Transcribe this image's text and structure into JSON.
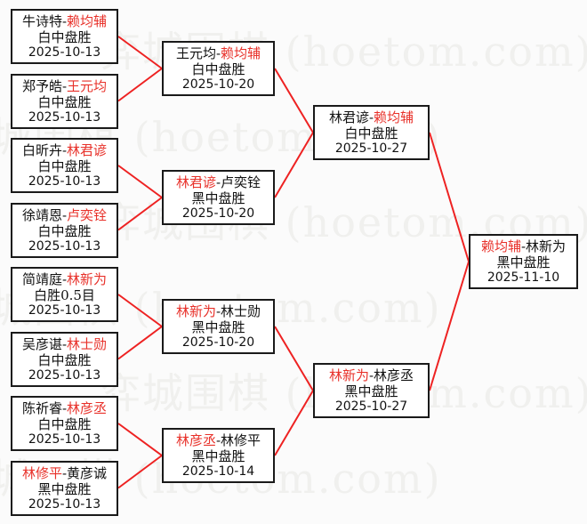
{
  "meta": {
    "watermark_text": "弈城围棋 (hoetom.com)",
    "winner_color": "#e8312a",
    "loser_color": "#111111",
    "connector_color": "#ee2222",
    "box_border_color": "#1a1a1a",
    "background_color": "#fbfbfb"
  },
  "rounds": [
    {
      "name": "round-1",
      "matches": [
        {
          "id": "r1m1",
          "left": "牛诗特",
          "right": "赖均辅",
          "winner": "right",
          "result": "白中盘胜",
          "date": "2025-10-13"
        },
        {
          "id": "r1m2",
          "left": "郑予皓",
          "right": "王元均",
          "winner": "right",
          "result": "白中盘胜",
          "date": "2025-10-13"
        },
        {
          "id": "r1m3",
          "left": "白昕卉",
          "right": "林君谚",
          "winner": "right",
          "result": "白中盘胜",
          "date": "2025-10-13"
        },
        {
          "id": "r1m4",
          "left": "徐靖恩",
          "right": "卢奕铨",
          "winner": "right",
          "result": "白中盘胜",
          "date": "2025-10-13"
        },
        {
          "id": "r1m5",
          "left": "简靖庭",
          "right": "林新为",
          "winner": "right",
          "result": "白胜0.5目",
          "date": "2025-10-13"
        },
        {
          "id": "r1m6",
          "left": "吴彦谌",
          "right": "林士勋",
          "winner": "right",
          "result": "白中盘胜",
          "date": "2025-10-13"
        },
        {
          "id": "r1m7",
          "left": "陈祈睿",
          "right": "林彦丞",
          "winner": "right",
          "result": "白中盘胜",
          "date": "2025-10-13"
        },
        {
          "id": "r1m8",
          "left": "林修平",
          "right": "黄彦诚",
          "winner": "left",
          "result": "黑中盘胜",
          "date": "2025-10-13"
        }
      ]
    },
    {
      "name": "round-2",
      "matches": [
        {
          "id": "r2m1",
          "left": "王元均",
          "right": "赖均辅",
          "winner": "right",
          "result": "白中盘胜",
          "date": "2025-10-20"
        },
        {
          "id": "r2m2",
          "left": "林君谚",
          "right": "卢奕铨",
          "winner": "left",
          "result": "黑中盘胜",
          "date": "2025-10-20"
        },
        {
          "id": "r2m3",
          "left": "林新为",
          "right": "林士勋",
          "winner": "left",
          "result": "黑中盘胜",
          "date": "2025-10-20"
        },
        {
          "id": "r2m4",
          "left": "林彦丞",
          "right": "林修平",
          "winner": "left",
          "result": "黑中盘胜",
          "date": "2025-10-14"
        }
      ]
    },
    {
      "name": "semifinal",
      "matches": [
        {
          "id": "r3m1",
          "left": "林君谚",
          "right": "赖均辅",
          "winner": "right",
          "result": "白中盘胜",
          "date": "2025-10-27"
        },
        {
          "id": "r3m2",
          "left": "林新为",
          "right": "林彦丞",
          "winner": "left",
          "result": "黑中盘胜",
          "date": "2025-10-27"
        }
      ]
    },
    {
      "name": "final",
      "matches": [
        {
          "id": "r4m1",
          "left": "赖均辅",
          "right": "林新为",
          "winner": "left",
          "result": "黑中盘胜",
          "date": "2025-11-10"
        }
      ]
    }
  ]
}
